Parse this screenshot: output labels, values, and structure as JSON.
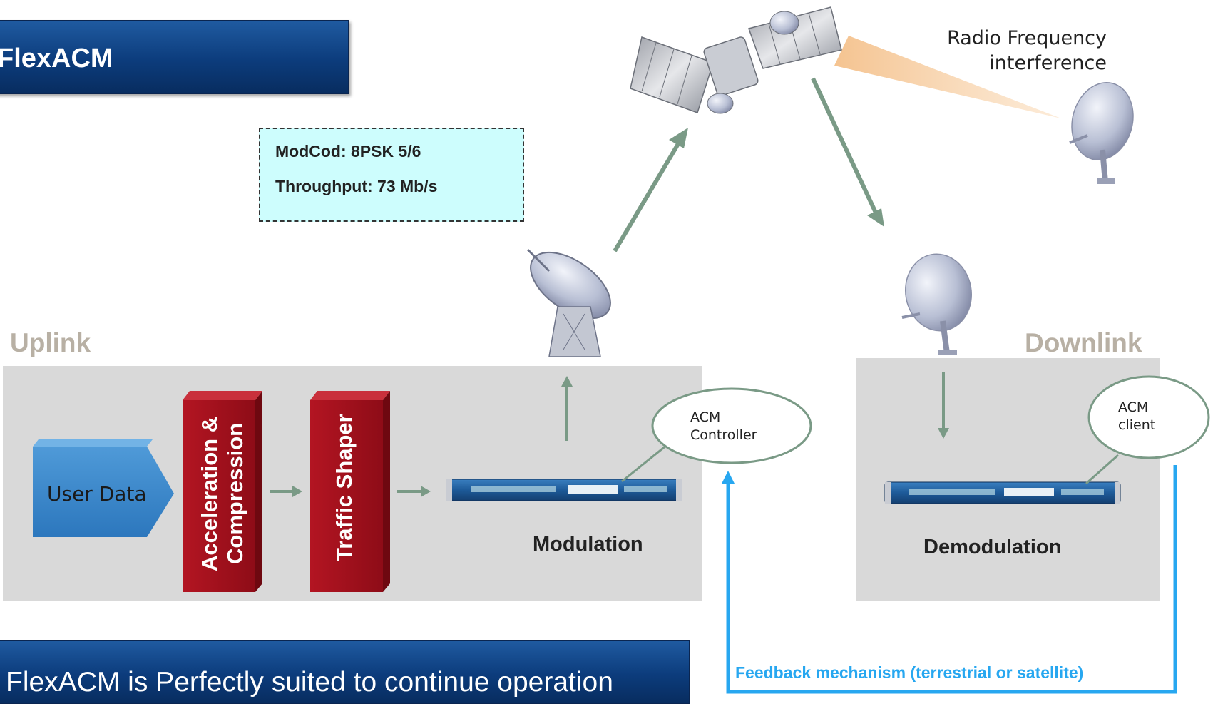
{
  "title": "FlexACM",
  "info_box": {
    "modcod": "ModCod: 8PSK 5/6",
    "throughput": "Throughput: 73 Mb/s"
  },
  "rf_interference": [
    "Radio Frequency",
    "interference"
  ],
  "uplink": {
    "heading": "Uplink",
    "user_data": "User Data",
    "acceleration": [
      "Acceleration &",
      "Compression"
    ],
    "traffic_shaper": "Traffic Shaper",
    "modulation": "Modulation",
    "acm_controller": [
      "ACM",
      "Controller"
    ]
  },
  "downlink": {
    "heading": "Downlink",
    "demodulation": "Demodulation",
    "acm_client": [
      "ACM",
      "client"
    ]
  },
  "feedback_label": "Feedback mechanism (terrestrial or satellite)",
  "bottom_banner": "FlexACM  is Perfectly suited to continue operation",
  "colors": {
    "banner_blue": "#0c3c7c",
    "block_red": "#a0101c",
    "feedback_blue": "#27a7f0",
    "flow_arrow": "#7a9a86",
    "panel_gray": "#d9d9d9",
    "heading_gray": "#b8b0a4",
    "info_box_bg": "#cdfdfd"
  }
}
